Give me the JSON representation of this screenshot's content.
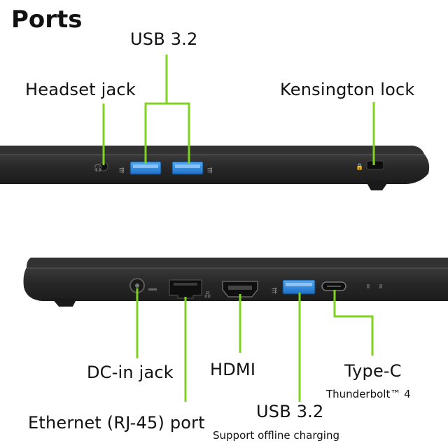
{
  "title": "Ports",
  "colors": {
    "callout": "#7ed321",
    "laptop_body": "#2a2a2a",
    "usb_blue": "#2f8fe6",
    "background": "#ffffff"
  },
  "top_view": {
    "labels": {
      "usb": "USB 3.2",
      "headset": "Headset jack",
      "kensington": "Kensington lock"
    }
  },
  "bottom_view": {
    "labels": {
      "dc_in": "DC-in jack",
      "hdmi": "HDMI",
      "type_c": "Type-C",
      "type_c_sub": "Thunderbolt™ 4",
      "usb": "USB 3.2",
      "usb_sub": "Support offline charging",
      "ethernet": "Ethernet (RJ-45) port"
    }
  }
}
